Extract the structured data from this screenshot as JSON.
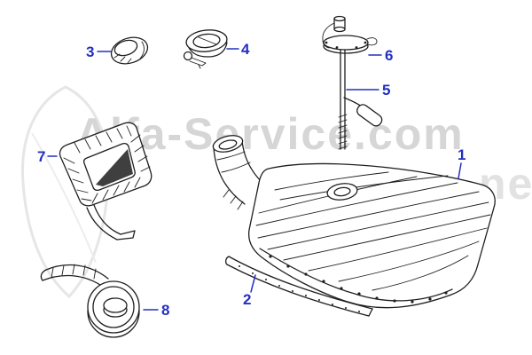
{
  "watermark": {
    "text": "Alfa-Service.com",
    "partial_text": "ne"
  },
  "colors": {
    "label": "#2330c0",
    "watermark": "#d6d6d6",
    "ink": "#1f1f1f",
    "background": "#ffffff"
  },
  "parts": [
    {
      "number": "1"
    },
    {
      "number": "2"
    },
    {
      "number": "3"
    },
    {
      "number": "4"
    },
    {
      "number": "5"
    },
    {
      "number": "6"
    },
    {
      "number": "7"
    },
    {
      "number": "8"
    }
  ]
}
